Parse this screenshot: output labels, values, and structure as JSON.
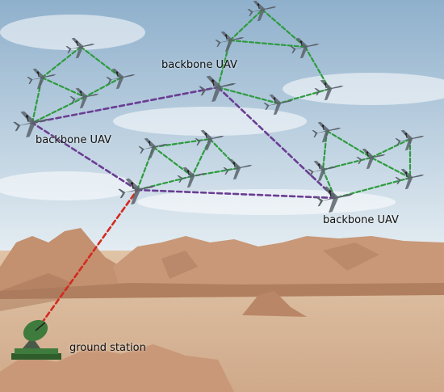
{
  "labels": {
    "backbone_1": "backbone UAV",
    "backbone_2": "backbone UAV",
    "backbone_3": "backbone UAV",
    "ground_station": "ground station"
  },
  "colors": {
    "sky_top": "#8fb0cc",
    "sky_bottom": "#e6eef3",
    "ground": "#d9b99a",
    "mountain": "#c89878",
    "mountain_shadow": "#a87658",
    "cluster_link": "#2e9b3e",
    "backbone_link": "#6a3d93",
    "ground_link": "#d42a1f",
    "uav_body": "#5a636b",
    "dish": "#3e7b3c"
  },
  "icons": [
    "uav-icon",
    "satellite-dish-icon"
  ]
}
